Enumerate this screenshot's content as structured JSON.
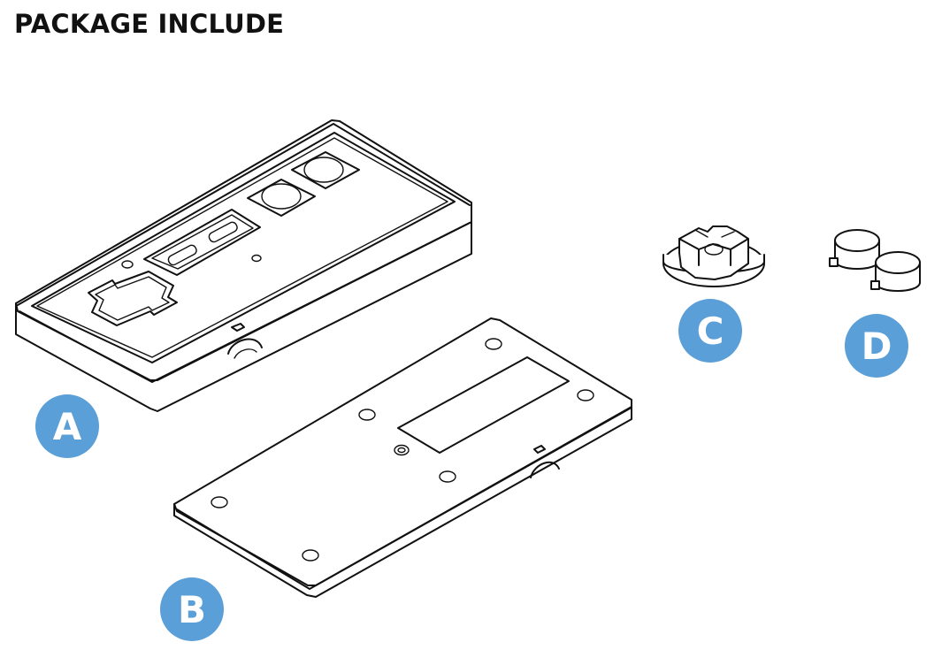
{
  "title": "PACKAGE INCLUDE",
  "badge_color": "#5A9FD7",
  "parts": [
    {
      "label": "A"
    },
    {
      "label": "B"
    },
    {
      "label": "C"
    },
    {
      "label": "D"
    }
  ]
}
